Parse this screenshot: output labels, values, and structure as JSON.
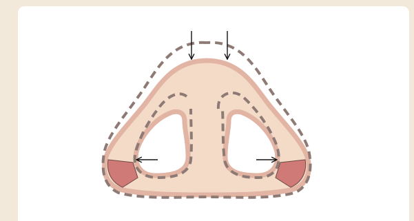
{
  "diagram": {
    "subject": "nose-base-inferior-view",
    "colors": {
      "background": "#F3E9DA",
      "card": "#FFFFFF",
      "skin_fill": "#F3DBC8",
      "skin_outline": "#E2B4A4",
      "nostril_fill": "#FFFFFF",
      "excision_wedge": "#CF7A76",
      "dashed_line": "#8E7A74",
      "arrow": "#111111"
    },
    "markers": {
      "top_arrows": 2,
      "side_arrows": 2,
      "excision_wedges": 2
    }
  }
}
